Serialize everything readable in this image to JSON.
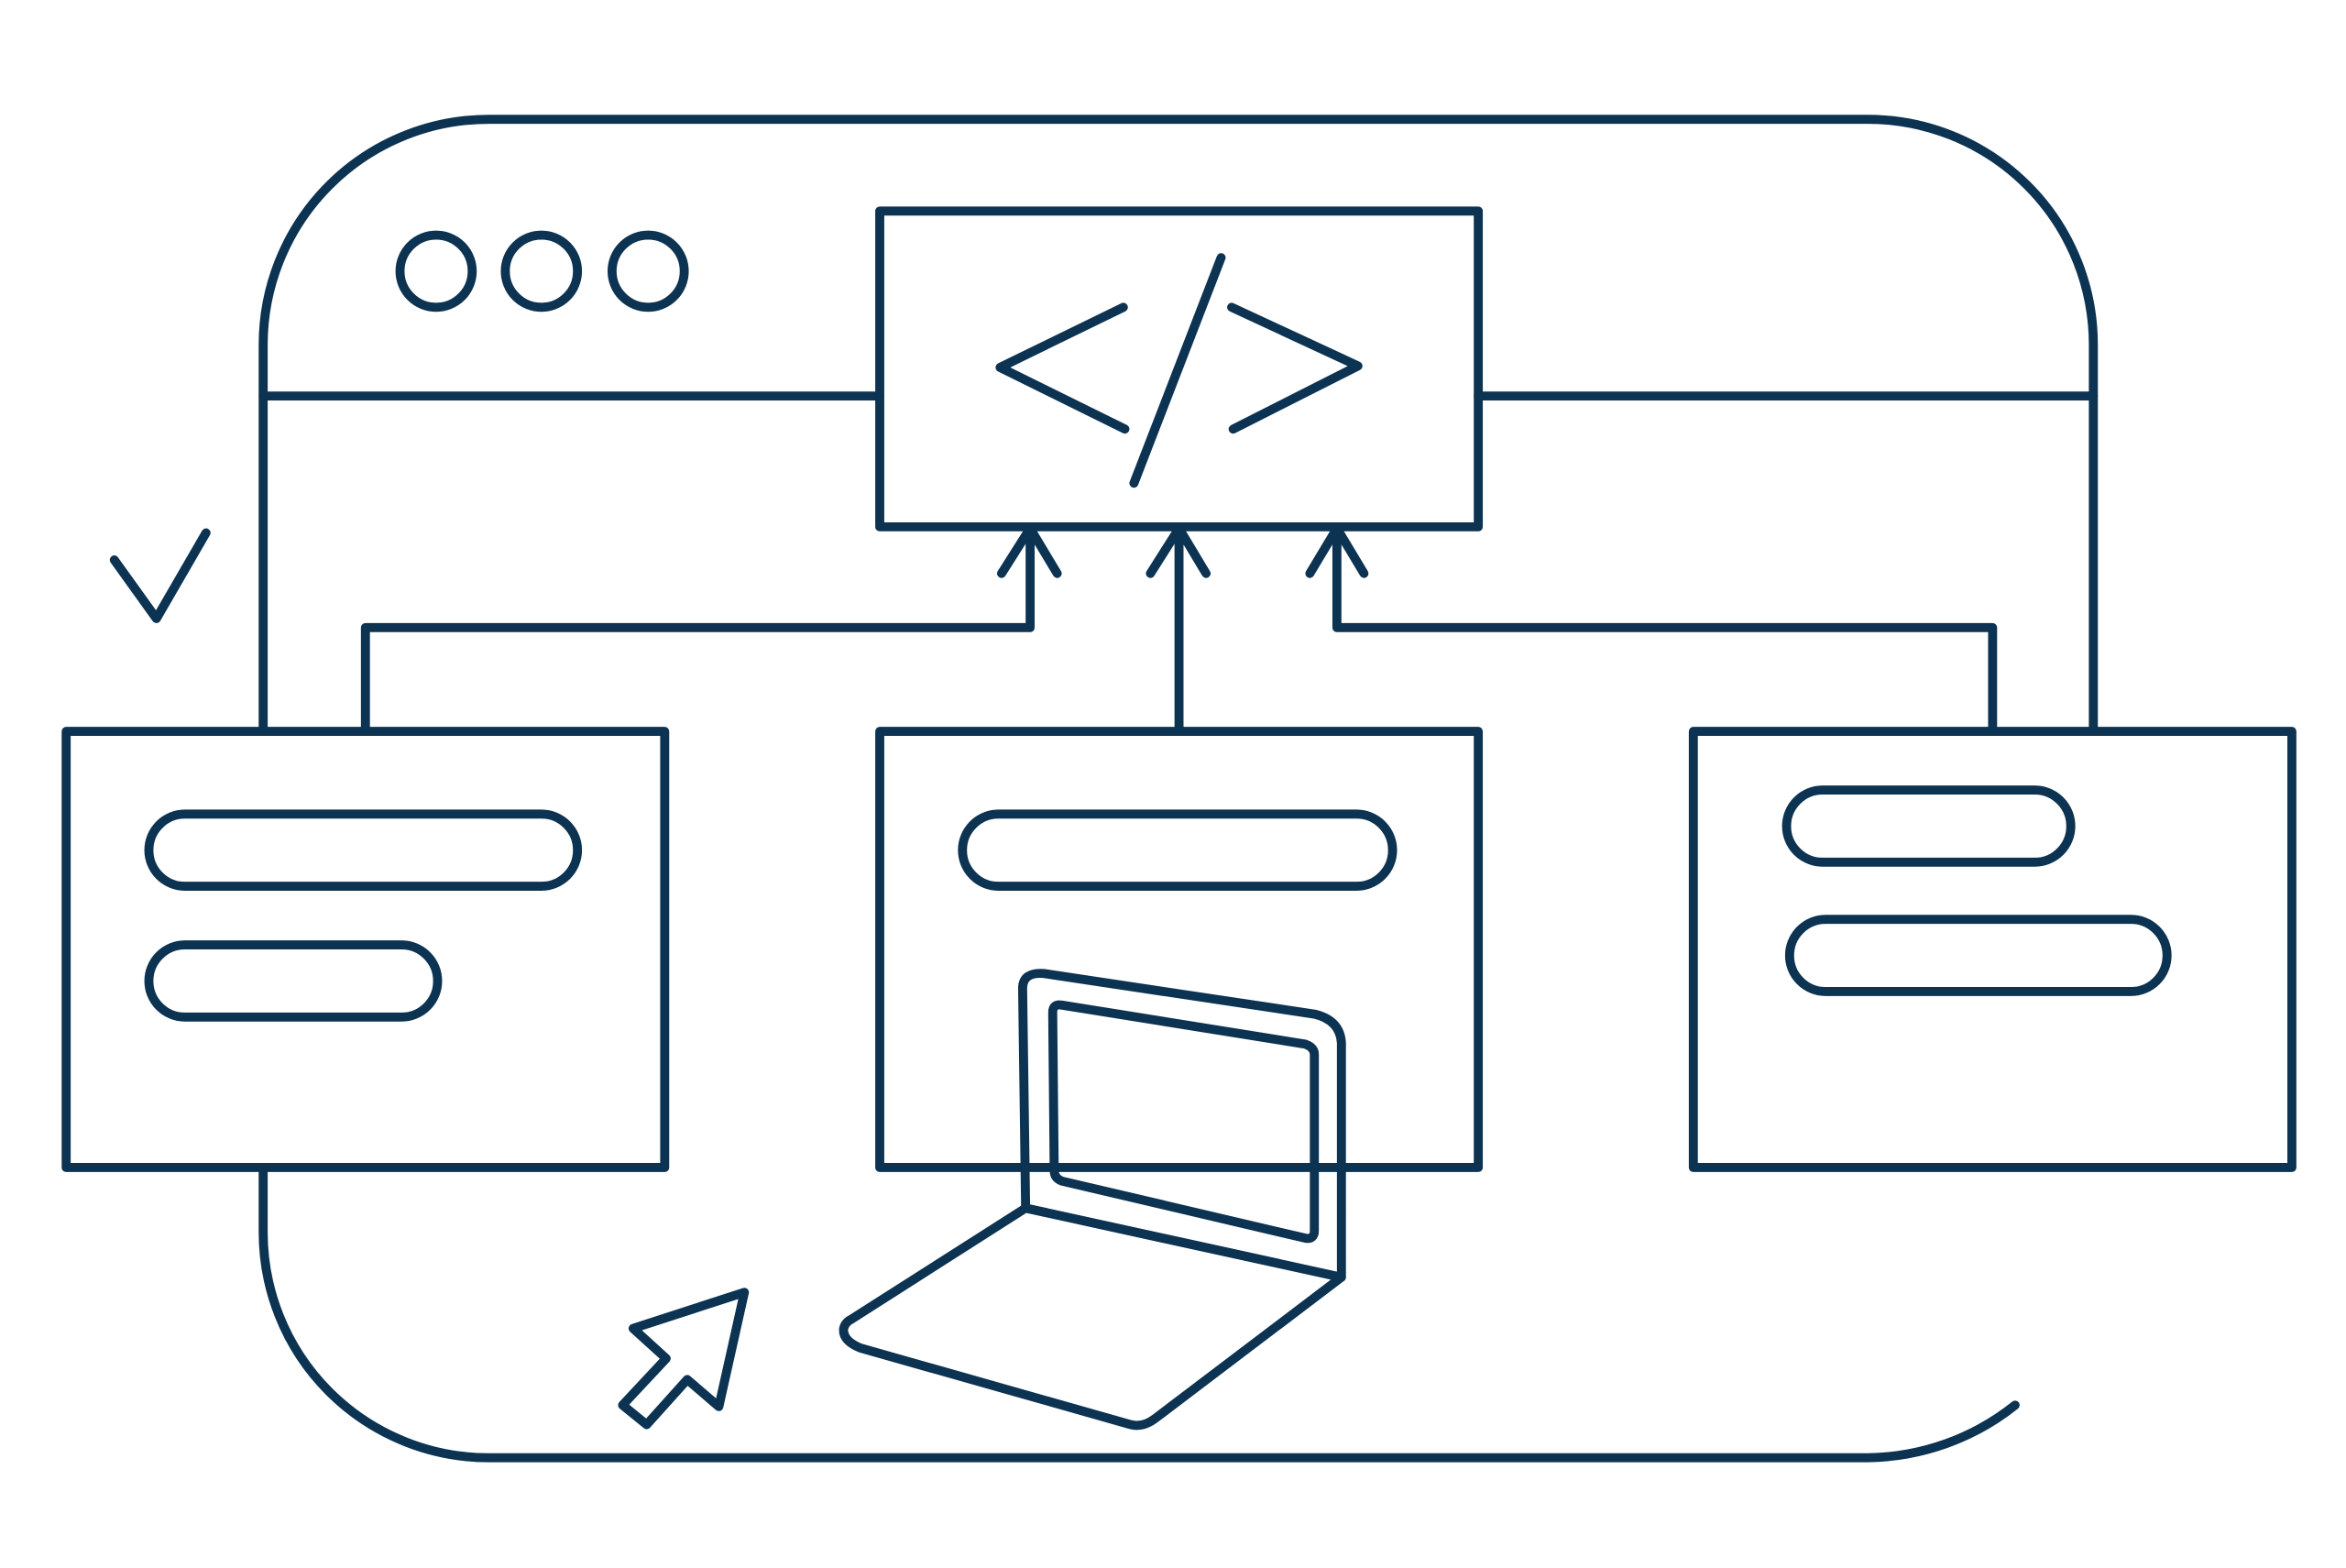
{
  "colors": {
    "stroke": "#0d3352",
    "accent_fill": "#a2cdab",
    "dot_active": "#4d6b55",
    "background": "#ffffff"
  },
  "window": {
    "controls": [
      {
        "name": "window-dot-1",
        "state": "filled"
      },
      {
        "name": "window-dot-2",
        "state": "empty"
      },
      {
        "name": "window-dot-3",
        "state": "empty"
      }
    ]
  },
  "code_panel": {
    "icon": "code-icon"
  },
  "panels": [
    {
      "name": "left-panel",
      "bars": [
        "empty",
        "filled"
      ]
    },
    {
      "name": "middle-panel",
      "bars": [
        "filled"
      ]
    },
    {
      "name": "right-panel",
      "bars": [
        "filled",
        "empty"
      ]
    }
  ],
  "decorations": {
    "checkmark": "checkmark-icon",
    "cursor": "cursor-arrow-icon",
    "laptop": "laptop-icon"
  }
}
